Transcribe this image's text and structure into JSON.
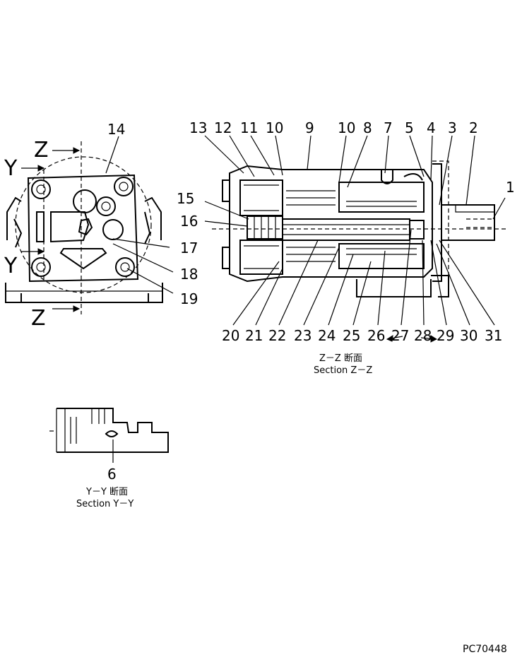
{
  "callouts": {
    "c1": "1",
    "c2": "2",
    "c3": "3",
    "c4": "4",
    "c5": "5",
    "c6": "6",
    "c7": "7",
    "c8": "8",
    "c9": "9",
    "c10a": "10",
    "c10b": "10",
    "c11": "11",
    "c12": "12",
    "c13": "13",
    "c14": "14",
    "c15": "15",
    "c16": "16",
    "c17": "17",
    "c18": "18",
    "c19": "19",
    "c20": "20",
    "c21": "21",
    "c22": "22",
    "c23": "23",
    "c24": "24",
    "c25": "25",
    "c26": "26",
    "c27": "27",
    "c28": "28",
    "c29": "29",
    "c30": "30",
    "c31": "31"
  },
  "section_markers": {
    "y_top": "Y",
    "y_bottom": "Y",
    "z_top": "Z",
    "z_bottom": "Z"
  },
  "captions": {
    "zz_jp": "Z－Z 断面",
    "zz_en": "Section Z－Z",
    "yy_jp": "Y－Y 断面",
    "yy_en": "Section Y－Y"
  },
  "drawing_code": "PC70448"
}
